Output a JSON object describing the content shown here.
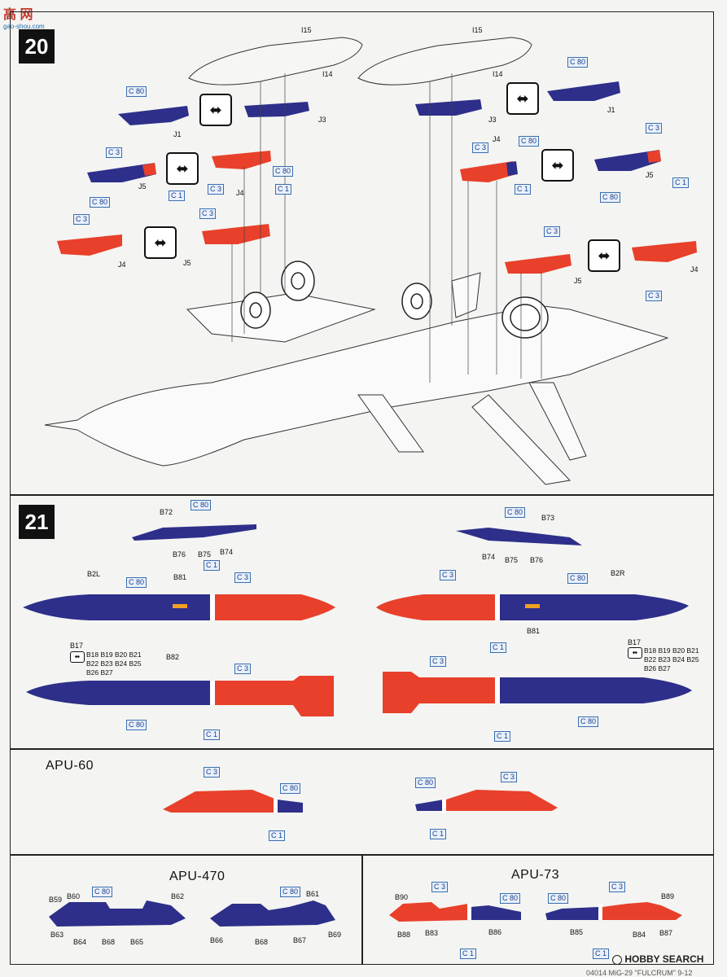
{
  "header": {
    "watermark_cn": "高 网",
    "watermark_url": "gao-shou.com"
  },
  "step20": {
    "number": "20",
    "parts": {
      "i15_l": "I15",
      "i14_l": "I14",
      "i15_r": "I15",
      "i14_r": "I14",
      "j1_l": "J1",
      "j3_l": "J3",
      "j5_l": "J5",
      "j4_l": "J4",
      "j4_l2": "J4",
      "j5_l2": "J5",
      "j3_r": "J3",
      "j1_r": "J1",
      "j4_r": "J4",
      "j5_r": "J5",
      "j5_r2": "J5",
      "j4_r2": "J4"
    },
    "paints": {
      "c80": "C 80",
      "c3": "C 3",
      "c1": "C 1"
    }
  },
  "step21": {
    "number": "21",
    "parts": {
      "b72": "B72",
      "b76": "B76",
      "b75": "B75",
      "b74": "B74",
      "b73": "B73",
      "b2l": "B2L",
      "b81": "B81",
      "b17": "B17",
      "b82": "B82",
      "b2r": "B2R"
    },
    "decal_list": "B18 B19 B20 B21 B22 B23 B24 B25 B26 B27"
  },
  "apu60": {
    "title": "APU-60"
  },
  "apu470": {
    "title": "APU-470",
    "parts": {
      "b59": "B59",
      "b60": "B60",
      "b62": "B62",
      "b63": "B63",
      "b64": "B64",
      "b68": "B68",
      "b65": "B65",
      "b61": "B61",
      "b66": "B66",
      "b68b": "B68",
      "b67": "B67",
      "b69": "B69"
    }
  },
  "apu73": {
    "title": "APU-73",
    "parts": {
      "b90": "B90",
      "b88": "B88",
      "b83": "B83",
      "b86": "B86",
      "b89": "B89",
      "b85": "B85",
      "b84": "B84",
      "b87": "B87"
    }
  },
  "footer": {
    "brand": "HOBBY SEARCH",
    "page_text": "04014 MiG-29 \"FULCRUM\" 9-12"
  },
  "colors": {
    "red": "#e8402a",
    "blue": "#2d2f8a",
    "paint_box": "#3a6fb0"
  }
}
